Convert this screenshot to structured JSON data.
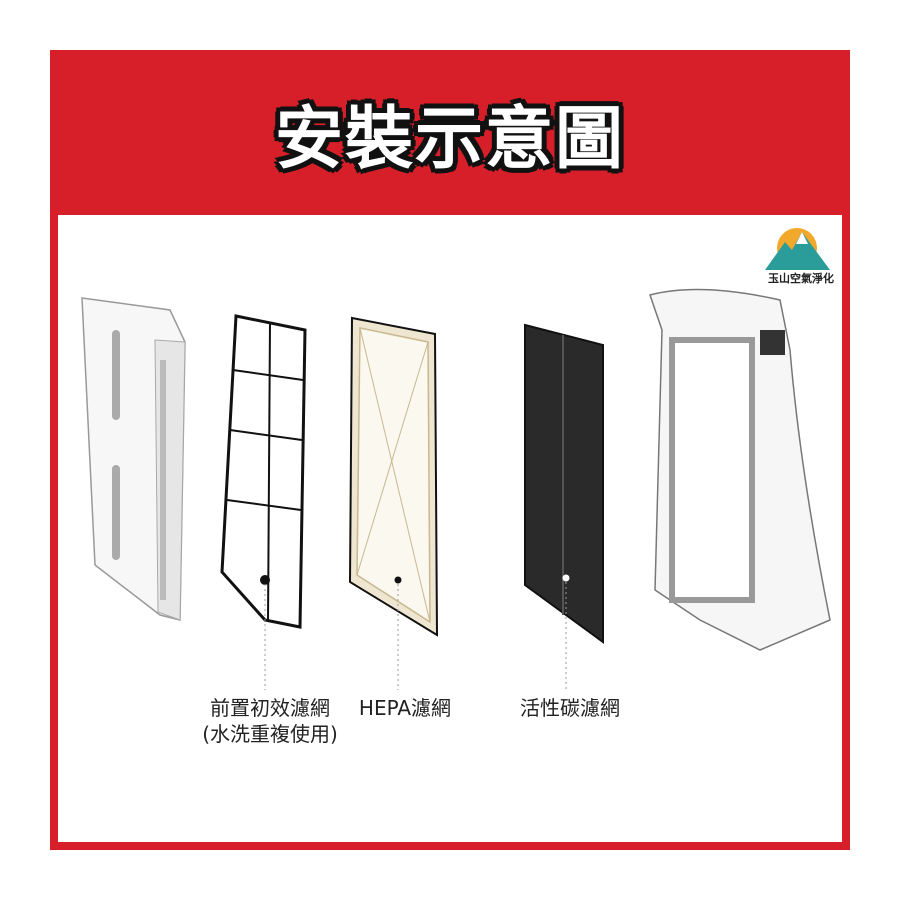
{
  "header": {
    "title": "安裝示意圖"
  },
  "logo": {
    "text": "玉山空氣淨化"
  },
  "labels": {
    "pre_filter_line1": "前置初效濾網",
    "pre_filter_line2": "(水洗重複使用)",
    "hepa": "HEPA濾網",
    "carbon": "活性碳濾網"
  },
  "colors": {
    "brand_red": "#d71f2a",
    "logo_teal": "#2a9d9a",
    "logo_sun": "#f2a82a"
  }
}
